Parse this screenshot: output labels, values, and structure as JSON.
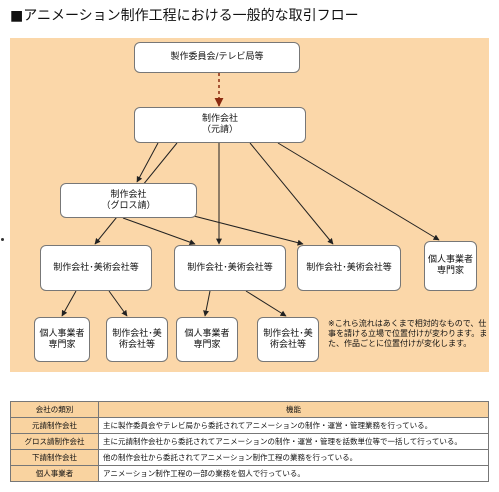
{
  "title": "■アニメーション制作工程における一般的な取引フロー",
  "nodes": {
    "committee": "製作委員会/テレビ局等",
    "prime": {
      "line1": "制作会社",
      "line2": "（元請）"
    },
    "gross": {
      "line1": "制作会社",
      "line2": "（グロス請）"
    },
    "sub_a": "制作会社･美術会社等",
    "sub_b": "制作会社･美術会社等",
    "sub_c": "制作会社･美術会社等",
    "indiv_top": {
      "line1": "個人事業者",
      "line2": "専門家"
    },
    "indiv_a": {
      "line1": "個人事業者",
      "line2": "専門家"
    },
    "art_a": {
      "line1": "制作会社･美",
      "line2": "術会社等"
    },
    "indiv_b": {
      "line1": "個人事業者",
      "line2": "専門家"
    },
    "art_b": {
      "line1": "制作会社･美",
      "line2": "術会社等"
    }
  },
  "note": "※これら流れはあくまで相対的なもので、仕事を請ける立場で位置付けが変わります。また、作品ごとに位置付けが変化します。",
  "table": {
    "headers": [
      "会社の類別",
      "機能"
    ],
    "rows": [
      {
        "category": "元請制作会社",
        "function": "主に製作委員会やテレビ局から委託されてアニメーションの制作・運営・管理業務を行っている。"
      },
      {
        "category": "グロス請制作会社",
        "function": "主に元請制作会社から委託されてアニメーションの制作・運営・管理を話数単位等で一括して行っている。"
      },
      {
        "category": "下請制作会社",
        "function": "他の制作会社から委託されてアニメーション制作工程の業務を行っている。"
      },
      {
        "category": "個人事業者",
        "function": "アニメーション制作工程の一部の業務を個人で行っている。"
      }
    ]
  },
  "colors": {
    "panel": "#fbd7a9",
    "node_border": "#777777",
    "edge": "#222222",
    "dashed_edge": "#8b2a10"
  }
}
